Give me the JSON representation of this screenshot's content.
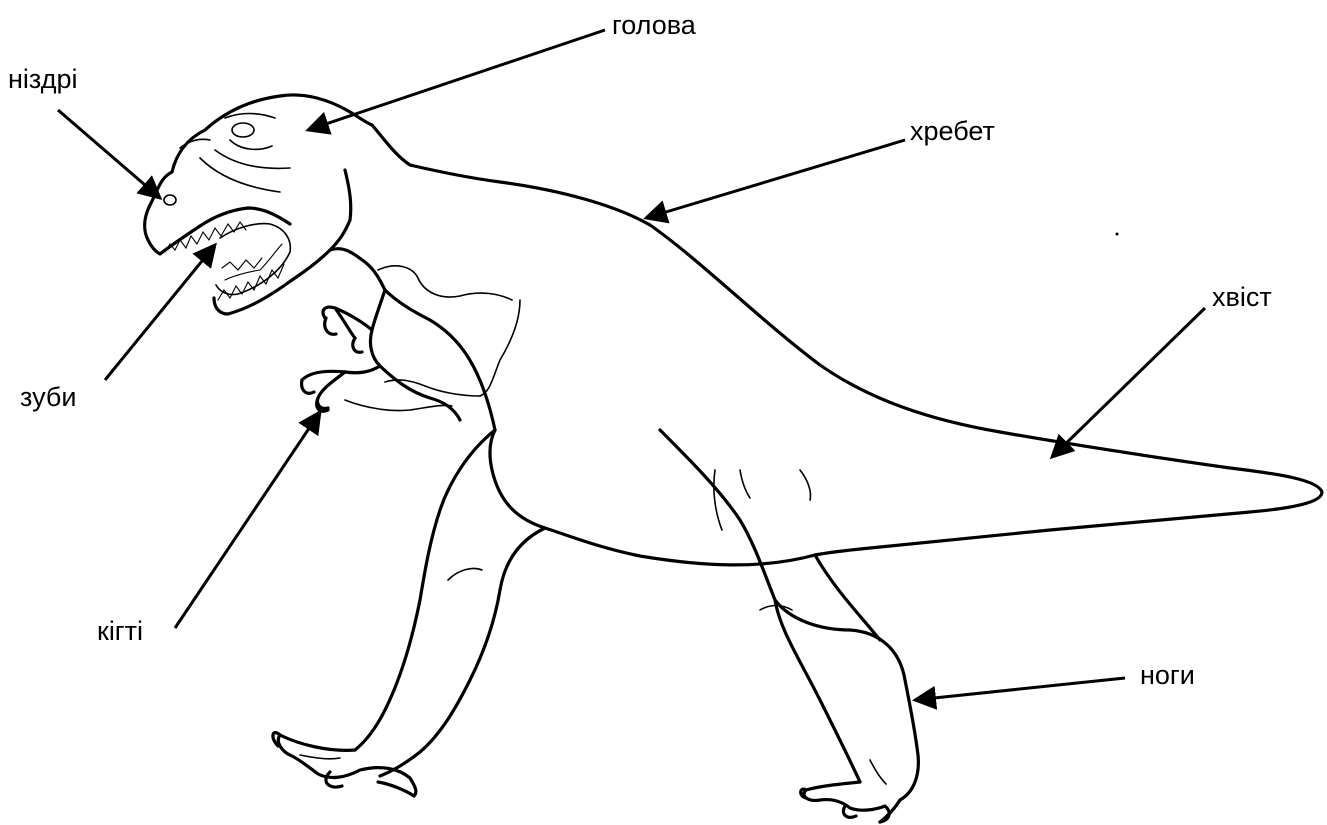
{
  "labels": {
    "head": "голова",
    "nostrils": "ніздрі",
    "spine": "хребет",
    "tail": "хвіст",
    "teeth": "зуби",
    "claws": "кігті",
    "legs": "ноги"
  },
  "colors": {
    "ink": "#000000",
    "background": "#ffffff"
  }
}
